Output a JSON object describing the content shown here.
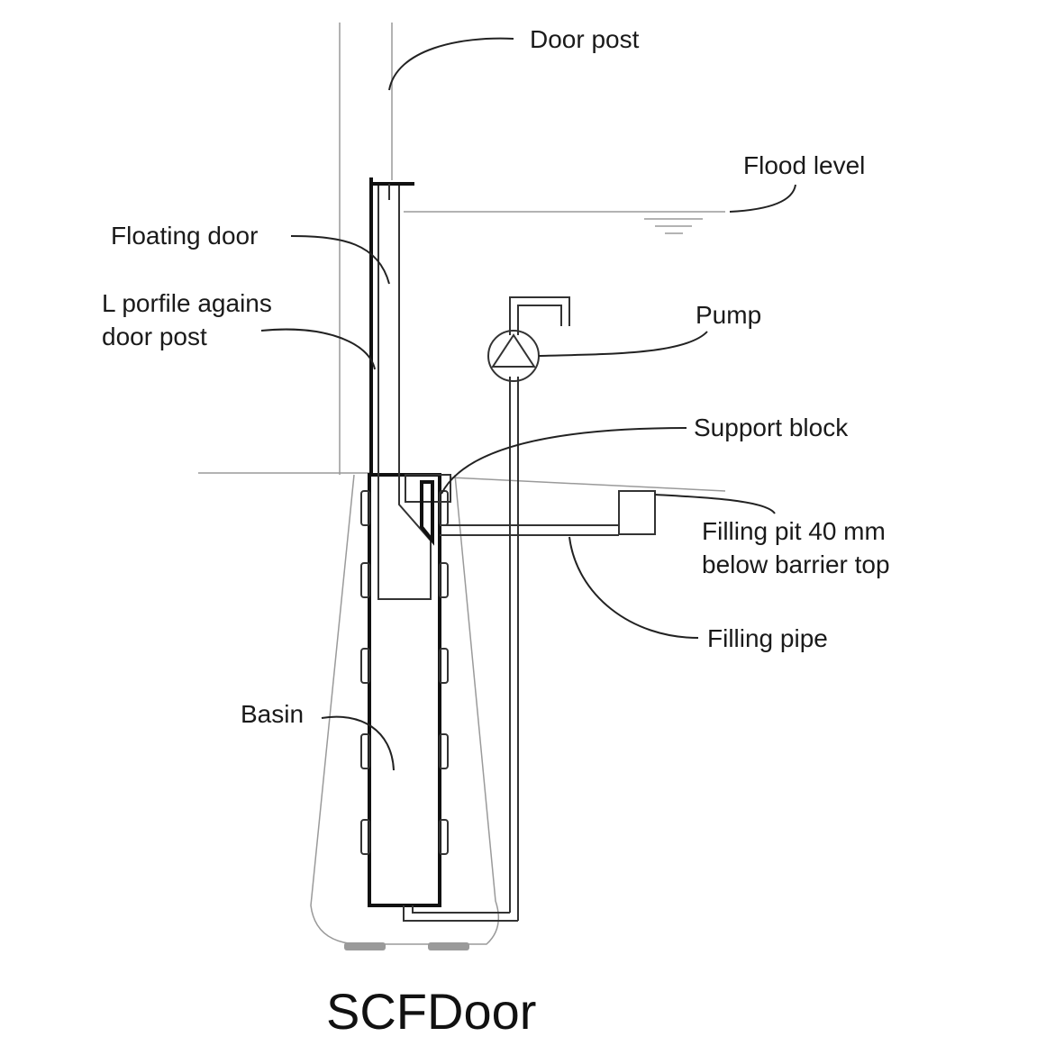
{
  "title": "SCFDoor",
  "labels": {
    "door_post": "Door post",
    "flood_level": "Flood level",
    "floating_door": "Floating door",
    "l_profile_line1": "L porfile agains",
    "l_profile_line2": "door post",
    "pump": "Pump",
    "support_block": "Support block",
    "filling_pit_line1": "Filling pit 40 mm",
    "filling_pit_line2": "below barrier top",
    "filling_pipe": "Filling pipe",
    "basin": "Basin"
  }
}
